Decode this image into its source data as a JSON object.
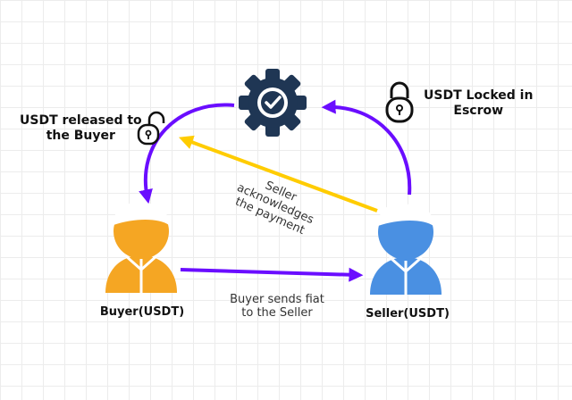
{
  "diagram": {
    "released_label": [
      "USDT released to",
      "the Buyer"
    ],
    "locked_label": [
      "USDT Locked in",
      "Escrow"
    ],
    "ack_label": [
      "Seller",
      "acknowledges",
      "the payment"
    ],
    "fiat_label": [
      "Buyer sends fiat",
      "to the Seller"
    ],
    "buyer_label": "Buyer(USDT)",
    "seller_label": "Seller(USDT)",
    "icons": {
      "escrow": "gear-check-icon",
      "locked": "locked-padlock-icon",
      "released": "unlocked-padlock-icon",
      "buyer": "buyer-person-icon",
      "seller": "seller-person-icon"
    },
    "colors": {
      "arrow_purple": "#6a0dff",
      "arrow_yellow": "#ffcc00",
      "gear": "#1f3654",
      "buyer": "#f5a623",
      "seller": "#4a90e2",
      "text": "#111111"
    }
  }
}
